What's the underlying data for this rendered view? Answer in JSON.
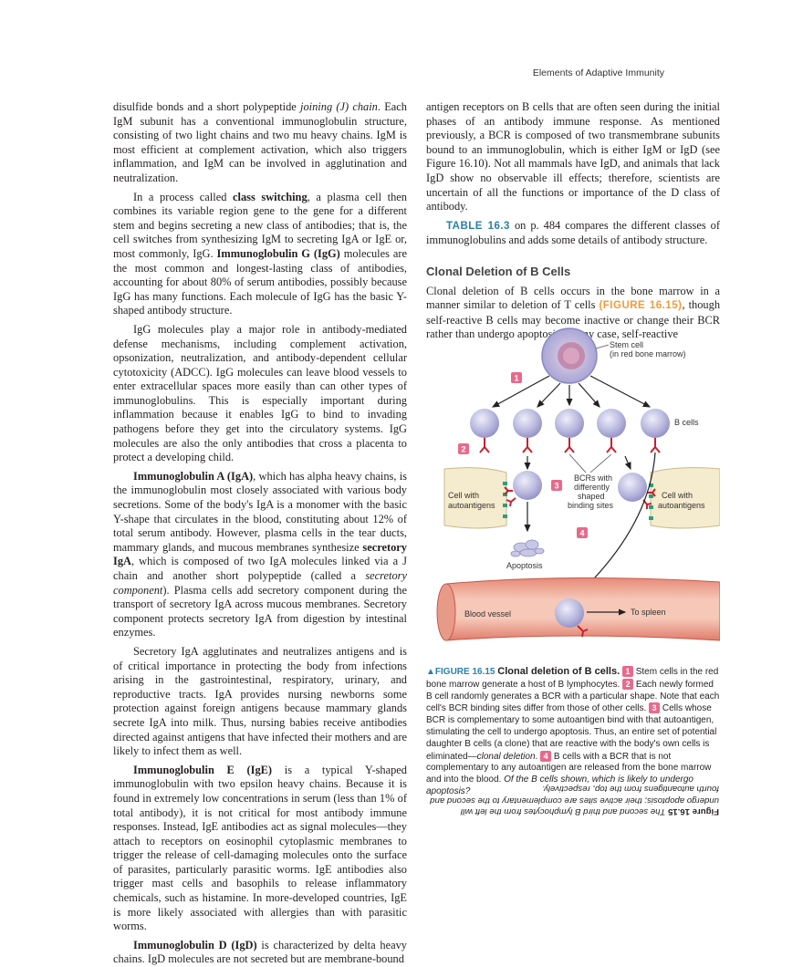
{
  "header": {
    "running_title": "Elements of Adaptive Immunity"
  },
  "left": {
    "p1": {
      "a": "disulfide bonds and a short polypeptide ",
      "b": "joining (J) chain",
      "c": ". Each IgM subunit has a conventional immunoglobulin structure, consisting of two light chains and two mu heavy chains. IgM is most efficient at complement activation, which also triggers inflammation, and IgM can be involved in agglutination and neutralization."
    },
    "p2": {
      "a": "In a process called ",
      "b": "class switching",
      "c": ", a plasma cell then combines its variable region gene to the gene for a different stem and begins secreting a new class of antibodies; that is, the cell switches from synthesizing IgM to secreting IgA or IgE or, most commonly, IgG. ",
      "d": "Immunoglobulin G (IgG)",
      "e": " molecules are the most common and longest-lasting class of antibodies, accounting for about 80% of serum antibodies, possibly because IgG has many functions. Each molecule of IgG has the basic Y-shaped antibody structure."
    },
    "p3": "IgG molecules play a major role in antibody-mediated defense mechanisms, including complement activation, opsonization, neutralization, and antibody-dependent cellular cytotoxicity (ADCC). IgG molecules can leave blood vessels to enter extracellular spaces more easily than can other types of immunoglobulins. This is especially important during inflammation because it enables IgG to bind to invading pathogens before they get into the circulatory systems. IgG molecules are also the only antibodies that cross a placenta to protect a developing child.",
    "p4": {
      "a": "Immunoglobulin A (IgA)",
      "b": ", which has alpha heavy chains, is the immunoglobulin most closely associated with various body secretions. Some of the body's IgA is a monomer with the basic Y-shape that circulates in the blood, constituting about 12% of total serum antibody. However, plasma cells in the tear ducts, mammary glands, and mucous membranes synthesize ",
      "c": "secretory IgA",
      "d": ", which is composed of two IgA molecules linked via a J chain and another short polypeptide (called a ",
      "e": "secretory component",
      "f": "). Plasma cells add secretory component during the transport of secretory IgA across mucous membranes. Secretory component protects secretory IgA from digestion by intestinal enzymes."
    },
    "p5": "Secretory IgA agglutinates and neutralizes antigens and is of critical importance in protecting the body from infections arising in the gastrointestinal, respiratory, urinary, and reproductive tracts. IgA provides nursing newborns some protection against foreign antigens because mammary glands secrete IgA into milk. Thus, nursing babies receive antibodies directed against antigens that have infected their mothers and are likely to infect them as well.",
    "p6": {
      "a": "Immunoglobulin E (IgE)",
      "b": " is a typical Y-shaped immunoglobulin with two epsilon heavy chains. Because it is found in extremely low concentrations in serum (less than 1% of total antibody), it is not critical for most antibody immune responses. Instead, IgE antibodies act as signal molecules—they attach to receptors on eosinophil cytoplasmic membranes to trigger the release of cell-damaging molecules onto the surface of parasites, particularly parasitic worms. IgE antibodies also trigger mast cells and basophils to release inflammatory chemicals, such as histamine. In more-developed countries, IgE is more likely associated with allergies than with parasitic worms."
    },
    "p7": {
      "a": "Immunoglobulin D (IgD)",
      "b": " is characterized by delta heavy chains. IgD molecules are not secreted but are membrane-bound"
    }
  },
  "right": {
    "p1": "antigen receptors on B cells that are often seen during the initial phases of an antibody immune response. As mentioned previously, a BCR is composed of two transmembrane subunits bound to an immunoglobulin, which is either IgM or IgD (see Figure 16.10). Not all mammals have IgD, and animals that lack IgD show no observable ill effects; therefore, scientists are uncertain of all the functions or importance of the D class of antibody.",
    "p2": {
      "ref": "TABLE 16.3",
      "text": " on p. 484 compares the different classes of immunoglobulins and adds some details of antibody structure."
    },
    "heading": "Clonal Deletion of B Cells",
    "p3": {
      "a": "Clonal deletion of B cells occurs in the bone marrow in a manner similar to deletion of T cells ",
      "ref": "(FIGURE 16.15)",
      "b": ", though self-reactive B cells may become inactive or change their BCR rather than undergo apoptosis. In any case, self-reactive"
    }
  },
  "figure": {
    "labels": {
      "stem_cell": "Stem cell",
      "stem_cell_sub": "(in red bone marrow)",
      "b_cells": "B cells",
      "bcrs_1": "BCRs with",
      "bcrs_2": "differently",
      "bcrs_3": "shaped",
      "bcrs_4": "binding sites",
      "cell_auto_1": "Cell with",
      "cell_auto_2": "autoantigens",
      "apoptosis": "Apoptosis",
      "blood_vessel": "Blood vessel",
      "to_spleen": "To spleen"
    },
    "steps": [
      "1",
      "2",
      "3",
      "4"
    ],
    "colors": {
      "marker": "#e8698c",
      "vessel": "#f2b7a6",
      "cell": "#b9b8de",
      "antibody": "#c8202e"
    }
  },
  "caption": {
    "label": "FIGURE 16.15",
    "title": "Clonal deletion of B cells.",
    "n1": "1",
    "t1": " Stem cells in the red bone marrow generate a host of B lymphocytes. ",
    "n2": "2",
    "t2": " Each newly formed B cell randomly generates a BCR with a particular shape. Note that each cell's BCR binding sites differ from those of other cells. ",
    "n3": "3",
    "t3": " Cells whose BCR is complementary to some autoantigen bind with that autoantigen, stimulating the cell to undergo apoptosis. Thus, an entire set of potential daughter B cells (a clone) that are reactive with the body's own cells is eliminated—",
    "t3i": "clonal deletion",
    "t3e": ". ",
    "n4": "4",
    "t4": " B cells with a BCR that is not complementary to any autoantigen are released from the bone marrow and into the blood. ",
    "question": "Of the B cells shown, which is likely to undergo apoptosis?"
  },
  "answer": {
    "label": "Figure 16.15",
    "text": " The second and third B lymphocytes from the left will undergo apoptosis; their active sites are complementary to the second and fourth autoantigens from the top, respectively."
  }
}
